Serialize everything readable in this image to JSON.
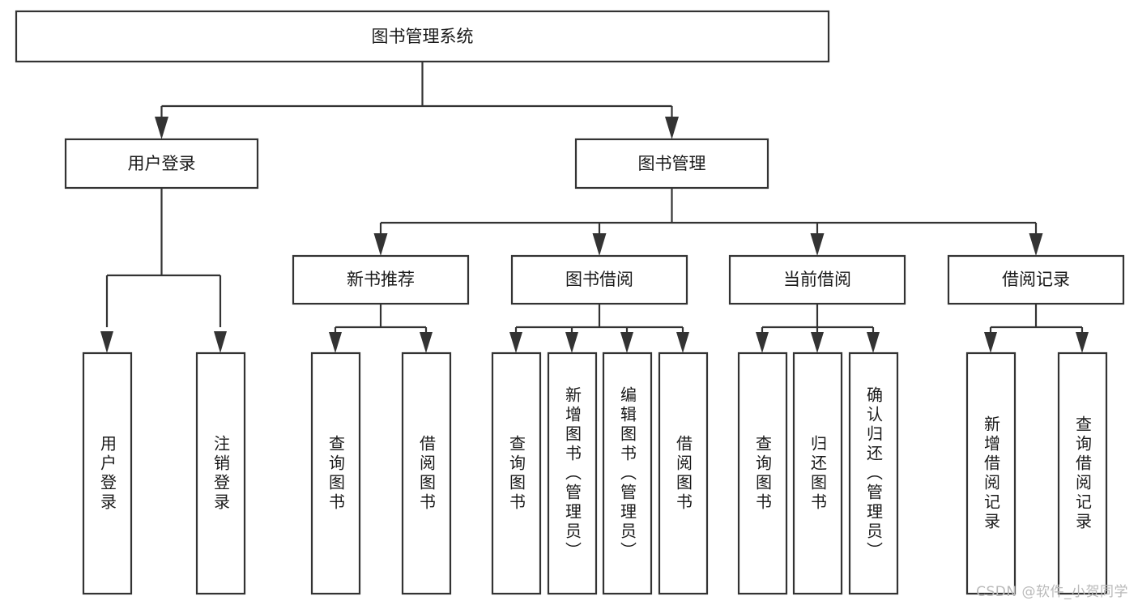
{
  "diagram": {
    "title": "图书管理系统",
    "type": "tree-hierarchy",
    "watermark": "CSDN @软件_小贺同学",
    "colors": {
      "box_fill": "#ffffff",
      "box_stroke": "#333333",
      "text": "#1a1a1a",
      "background": "#ffffff",
      "watermark": "#b9b9b9"
    },
    "levels": [
      {
        "level": 1,
        "orientation": "horizontal",
        "nodes": [
          {
            "id": "root",
            "label": "图书管理系统"
          }
        ]
      },
      {
        "level": 2,
        "orientation": "horizontal",
        "nodes": [
          {
            "id": "user-login",
            "label": "用户登录",
            "parent": "root"
          },
          {
            "id": "book-manage",
            "label": "图书管理",
            "parent": "root"
          }
        ]
      },
      {
        "level": 3,
        "orientation": "horizontal",
        "nodes": [
          {
            "id": "new-book-rec",
            "label": "新书推荐",
            "parent": "book-manage"
          },
          {
            "id": "book-borrow",
            "label": "图书借阅",
            "parent": "book-manage"
          },
          {
            "id": "current-borrow",
            "label": "当前借阅",
            "parent": "book-manage"
          },
          {
            "id": "borrow-record",
            "label": "借阅记录",
            "parent": "book-manage"
          }
        ]
      },
      {
        "level": 4,
        "orientation": "vertical",
        "nodes": [
          {
            "id": "leaf-user-login",
            "label": "用户登录",
            "parent": "user-login"
          },
          {
            "id": "leaf-logout",
            "label": "注销登录",
            "parent": "user-login"
          },
          {
            "id": "leaf-query-book-1",
            "label": "查询图书",
            "parent": "new-book-rec"
          },
          {
            "id": "leaf-borrow-book-1",
            "label": "借阅图书",
            "parent": "new-book-rec"
          },
          {
            "id": "leaf-query-book-2",
            "label": "查询图书",
            "parent": "book-borrow"
          },
          {
            "id": "leaf-add-book",
            "label": "新增图书（管理员）",
            "parent": "book-borrow"
          },
          {
            "id": "leaf-edit-book",
            "label": "编辑图书（管理员）",
            "parent": "book-borrow"
          },
          {
            "id": "leaf-borrow-book-2",
            "label": "借阅图书",
            "parent": "book-borrow"
          },
          {
            "id": "leaf-query-book-3",
            "label": "查询图书",
            "parent": "current-borrow"
          },
          {
            "id": "leaf-return-book",
            "label": "归还图书",
            "parent": "current-borrow"
          },
          {
            "id": "leaf-confirm-return",
            "label": "确认归还（管理员）",
            "parent": "current-borrow"
          },
          {
            "id": "leaf-add-record",
            "label": "新增借阅记录",
            "parent": "borrow-record"
          },
          {
            "id": "leaf-query-record",
            "label": "查询借阅记录",
            "parent": "borrow-record"
          }
        ]
      }
    ]
  }
}
